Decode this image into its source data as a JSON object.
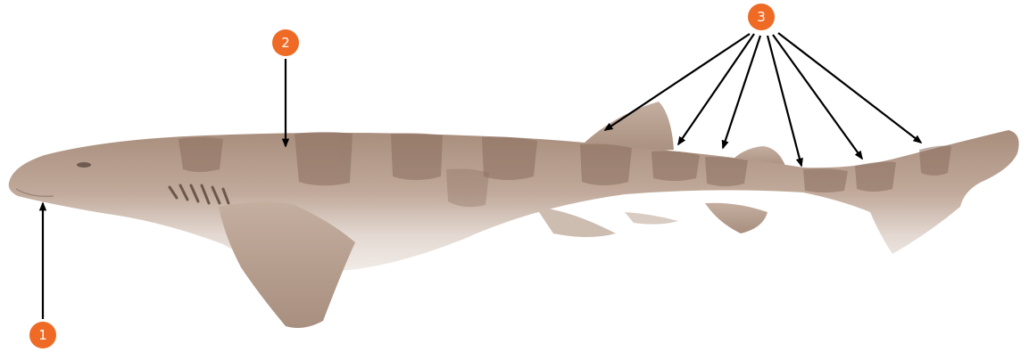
{
  "colors": {
    "badge": "#ee6a25",
    "badge_text": "#ffffff",
    "arrow": "#000000",
    "body_dorsal": "#b39887",
    "body_ventral": "#e8e0da",
    "band": "#8d7263",
    "fin": "#bba393"
  },
  "callouts": [
    {
      "label": "1",
      "target": "mouth"
    },
    {
      "label": "2",
      "target": "dorsal-surface"
    },
    {
      "label": "3",
      "target": "fins-and-tail"
    }
  ]
}
